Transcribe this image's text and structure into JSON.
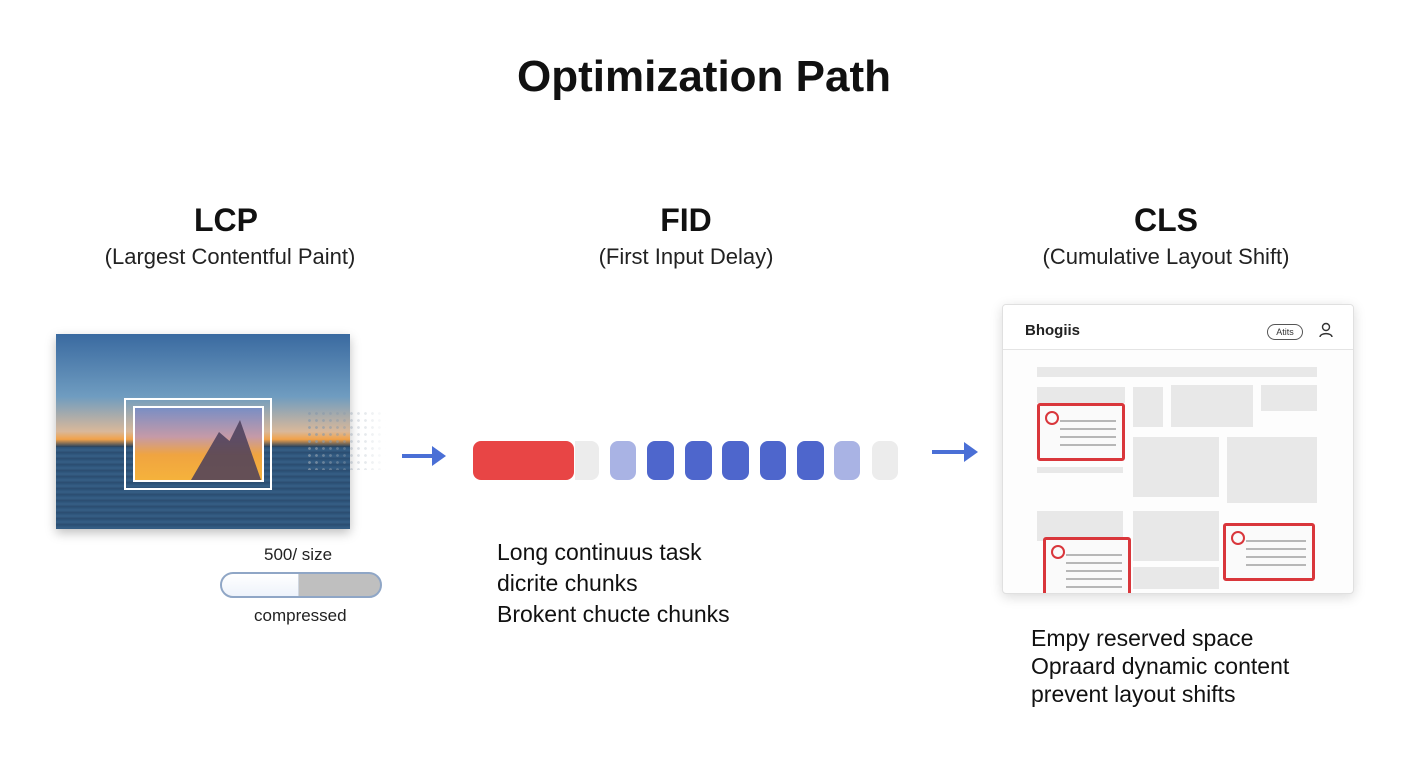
{
  "title": "Optimization Path",
  "columns": {
    "lcp": {
      "name": "LCP",
      "full": "(Largest Contentful Paint)",
      "size_label": "500/ size",
      "bar_label": "compressed",
      "bar_fill_fraction": 0.48
    },
    "fid": {
      "name": "FID",
      "full": "(First Input Delay)",
      "lines": [
        "Long continuus task",
        "dicrite chunks",
        "Brokent chucte chunks"
      ]
    },
    "cls": {
      "name": "CLS",
      "full": "(Cumulative Layout Shift)",
      "site_name": "Bhogiis",
      "pill_label": "Atits",
      "lines": [
        "Empy reserved space",
        "Opraard dynamic content",
        "prevent layout shifts"
      ]
    }
  },
  "colors": {
    "accent_blue": "#4a6fd6",
    "task_red": "#e84545",
    "chunk_blue": "#4e66cc",
    "chunk_light": "#a9b3e4",
    "highlight_red": "#d9363b"
  }
}
